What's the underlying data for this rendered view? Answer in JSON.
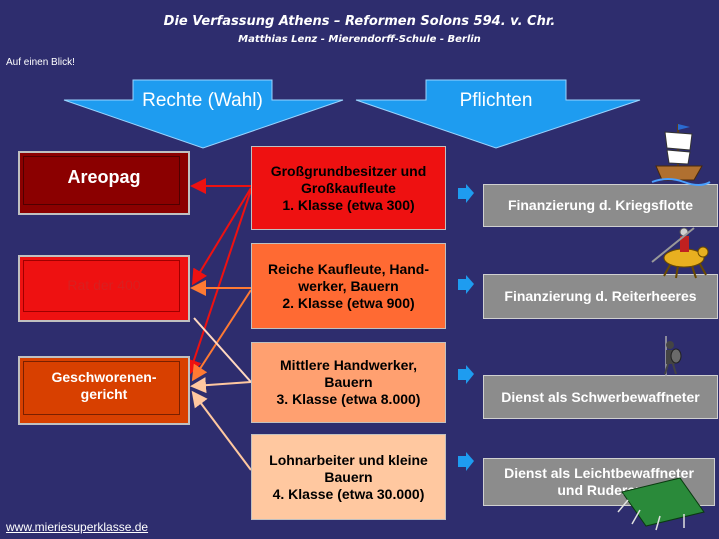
{
  "header": {
    "title": "Die Verfassung Athens – Reformen Solons 594. v. Chr.",
    "subtitle": "Matthias Lenz - Mierendorff-Schule - Berlin",
    "glance": "Auf einen Blick!"
  },
  "banners": {
    "rights": "Rechte (Wahl)",
    "duties": "Pflichten"
  },
  "organs": [
    {
      "label": "Areopag"
    },
    {
      "label": "Rat der 400"
    },
    {
      "label": "Geschworenen-\ngericht"
    }
  ],
  "classes": [
    {
      "label": "Großgrundbesitzer und\nGroßkaufleute\n1. Klasse (etwa 300)"
    },
    {
      "label": "Reiche Kaufleute, Hand-\nwerker, Bauern\n2. Klasse (etwa 900)"
    },
    {
      "label": "Mittlere Handwerker,\nBauern\n3. Klasse (etwa 8.000)"
    },
    {
      "label": "Lohnarbeiter und kleine\nBauern\n4. Klasse (etwa 30.000)"
    }
  ],
  "duties": [
    {
      "label": "Finanzierung d.  Kriegsflotte"
    },
    {
      "label": "Finanzierung d. Reiterheeres"
    },
    {
      "label": "Dienst als Schwerbewaffneter"
    },
    {
      "label": "Dienst als Leichtbewaffneter\nund Ruderer"
    }
  ],
  "footer": {
    "link": "www.mieriesuperklasse.de"
  },
  "icons": [
    "ship-icon",
    "horseman-icon",
    "hoplite-icon",
    "rowing-boat-icon"
  ],
  "colors": {
    "background": "#2e2d6e",
    "banner": "#1e9cf0",
    "areopag": "#8b0000",
    "rat": "#ee1111",
    "gericht": "#d84000",
    "class1": "#ee1111",
    "class2": "#ff6a33",
    "class3": "#ffa070",
    "class4": "#ffc8a0",
    "duty": "#8c8c8c"
  }
}
